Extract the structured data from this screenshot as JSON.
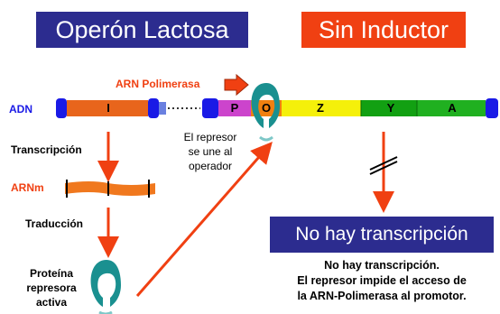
{
  "titles": {
    "left": "Operón Lactosa",
    "right": "Sin Inductor"
  },
  "labels": {
    "adn": "ADN",
    "arn_polimerasa": "ARN Polimerasa",
    "transcripcion": "Transcripción",
    "arnm": "ARNm",
    "traduccion": "Traducción",
    "proteina_line1": "Proteína",
    "proteina_line2": "represora",
    "proteina_line3": "activa"
  },
  "gene_segments": {
    "i": "I",
    "p": "P",
    "o": "O",
    "z": "Z",
    "y": "Y",
    "a": "A"
  },
  "repressor_note": {
    "line1": "El represor",
    "line2": "se une al",
    "line3": "operador"
  },
  "result": {
    "box": "No hay transcripción",
    "line1": "No hay transcripción.",
    "line2": "El represor impide el acceso de",
    "line3": "la ARN-Polimerasa al promotor."
  },
  "colors": {
    "title_left_bg": "#2c2c8f",
    "title_right_bg": "#f04012",
    "dna_cap_blue": "#1a1ae6",
    "gene_i_orange": "#e8651c",
    "promoter_magenta": "#cc44cc",
    "operator_orange": "#f08010",
    "gene_z_yellow": "#f5f00a",
    "gene_y_green": "#12a012",
    "gene_a_green": "#20b020",
    "arrow_red": "#f04012",
    "repressor_teal": "#1a9090"
  }
}
